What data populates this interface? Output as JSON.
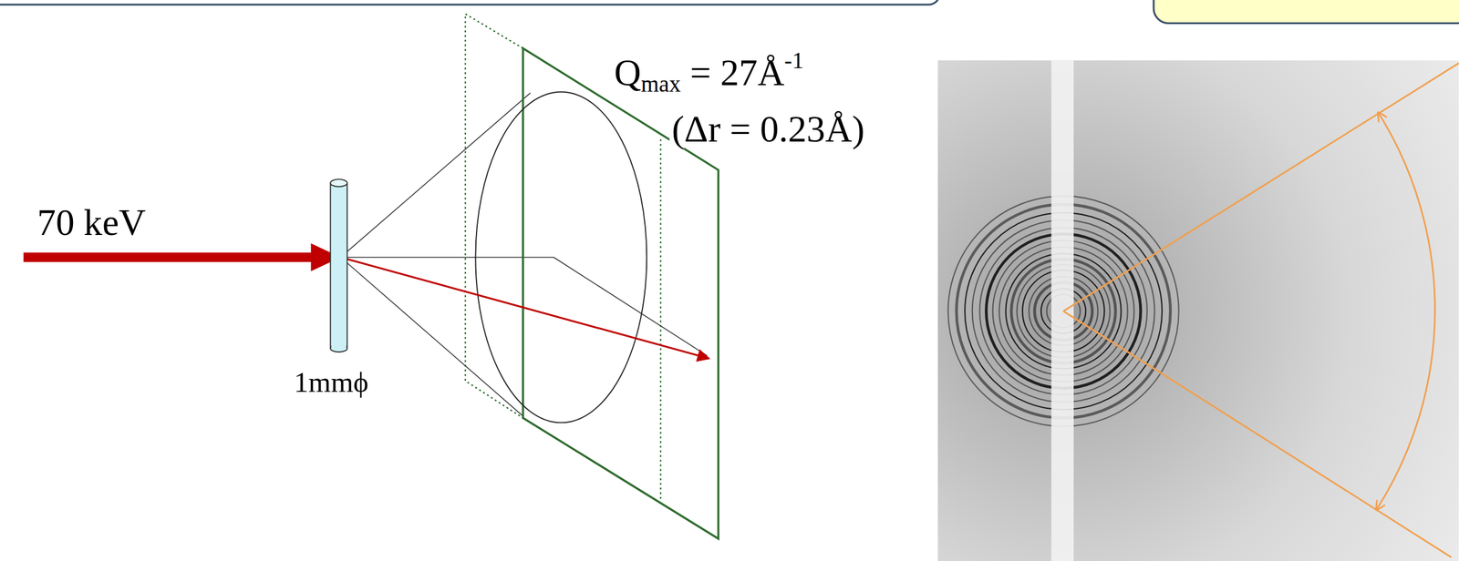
{
  "diagram": {
    "labels": [
      "70 keV",
      "1mmϕ",
      "Q",
      "max",
      "= 27Å",
      "-1",
      "(Δr = 0.23Å)"
    ]
  }
}
